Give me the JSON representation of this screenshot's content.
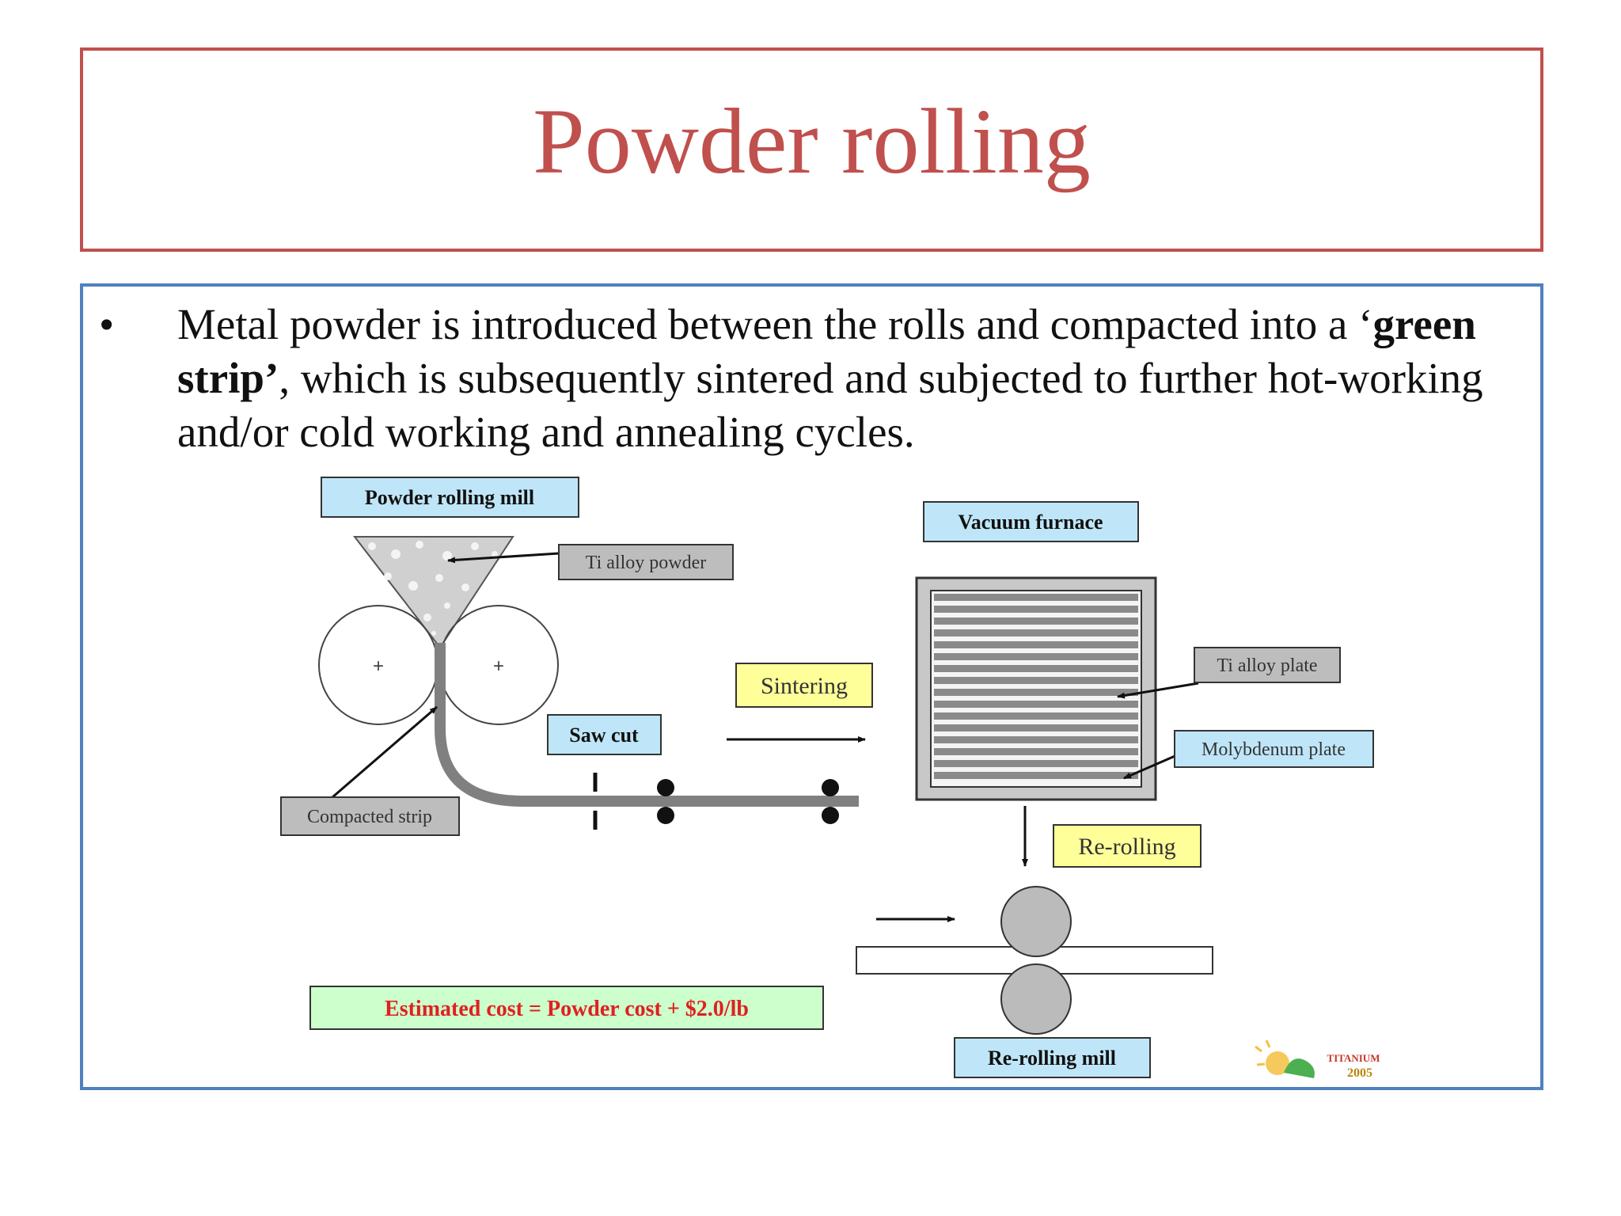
{
  "slide": {
    "title": "Powder rolling",
    "bullet": {
      "symbol": "•",
      "text_1": "Metal powder is introduced between the rolls and compacted into a ‘",
      "bold_1": "green strip’",
      "text_2": ", which is subsequently sintered and subjected to further hot-working and/or cold working and annealing cycles."
    }
  },
  "diagram": {
    "labels": {
      "powder_rolling_mill": "Powder rolling mill",
      "ti_alloy_powder": "Ti alloy powder",
      "compacted_strip": "Compacted strip",
      "saw_cut": "Saw cut",
      "sintering": "Sintering",
      "vacuum_furnace": "Vacuum furnace",
      "ti_alloy_plate": "Ti alloy plate",
      "molybdenum_plate": "Molybdenum plate",
      "re_rolling": "Re-rolling",
      "re_rolling_mill": "Re-rolling mill",
      "estimated_cost": "Estimated cost = Powder cost + $2.0/lb"
    },
    "logo_text": {
      "line_1": "TITANIUM",
      "line_2": "2005"
    },
    "colors": {
      "title_red": "#c0504d",
      "frame_blue": "#4f81bd",
      "label_blue_fill": "#bfe6f8",
      "label_yellow_fill": "#ffff99",
      "label_gray_fill": "#bdbdbd",
      "label_green_fill": "#ccffcc",
      "cost_text_red": "#e02020",
      "powder_gray": "#cfcfcf",
      "strip_gray": "#808080",
      "roll_gray": "#bbbbbb"
    }
  }
}
